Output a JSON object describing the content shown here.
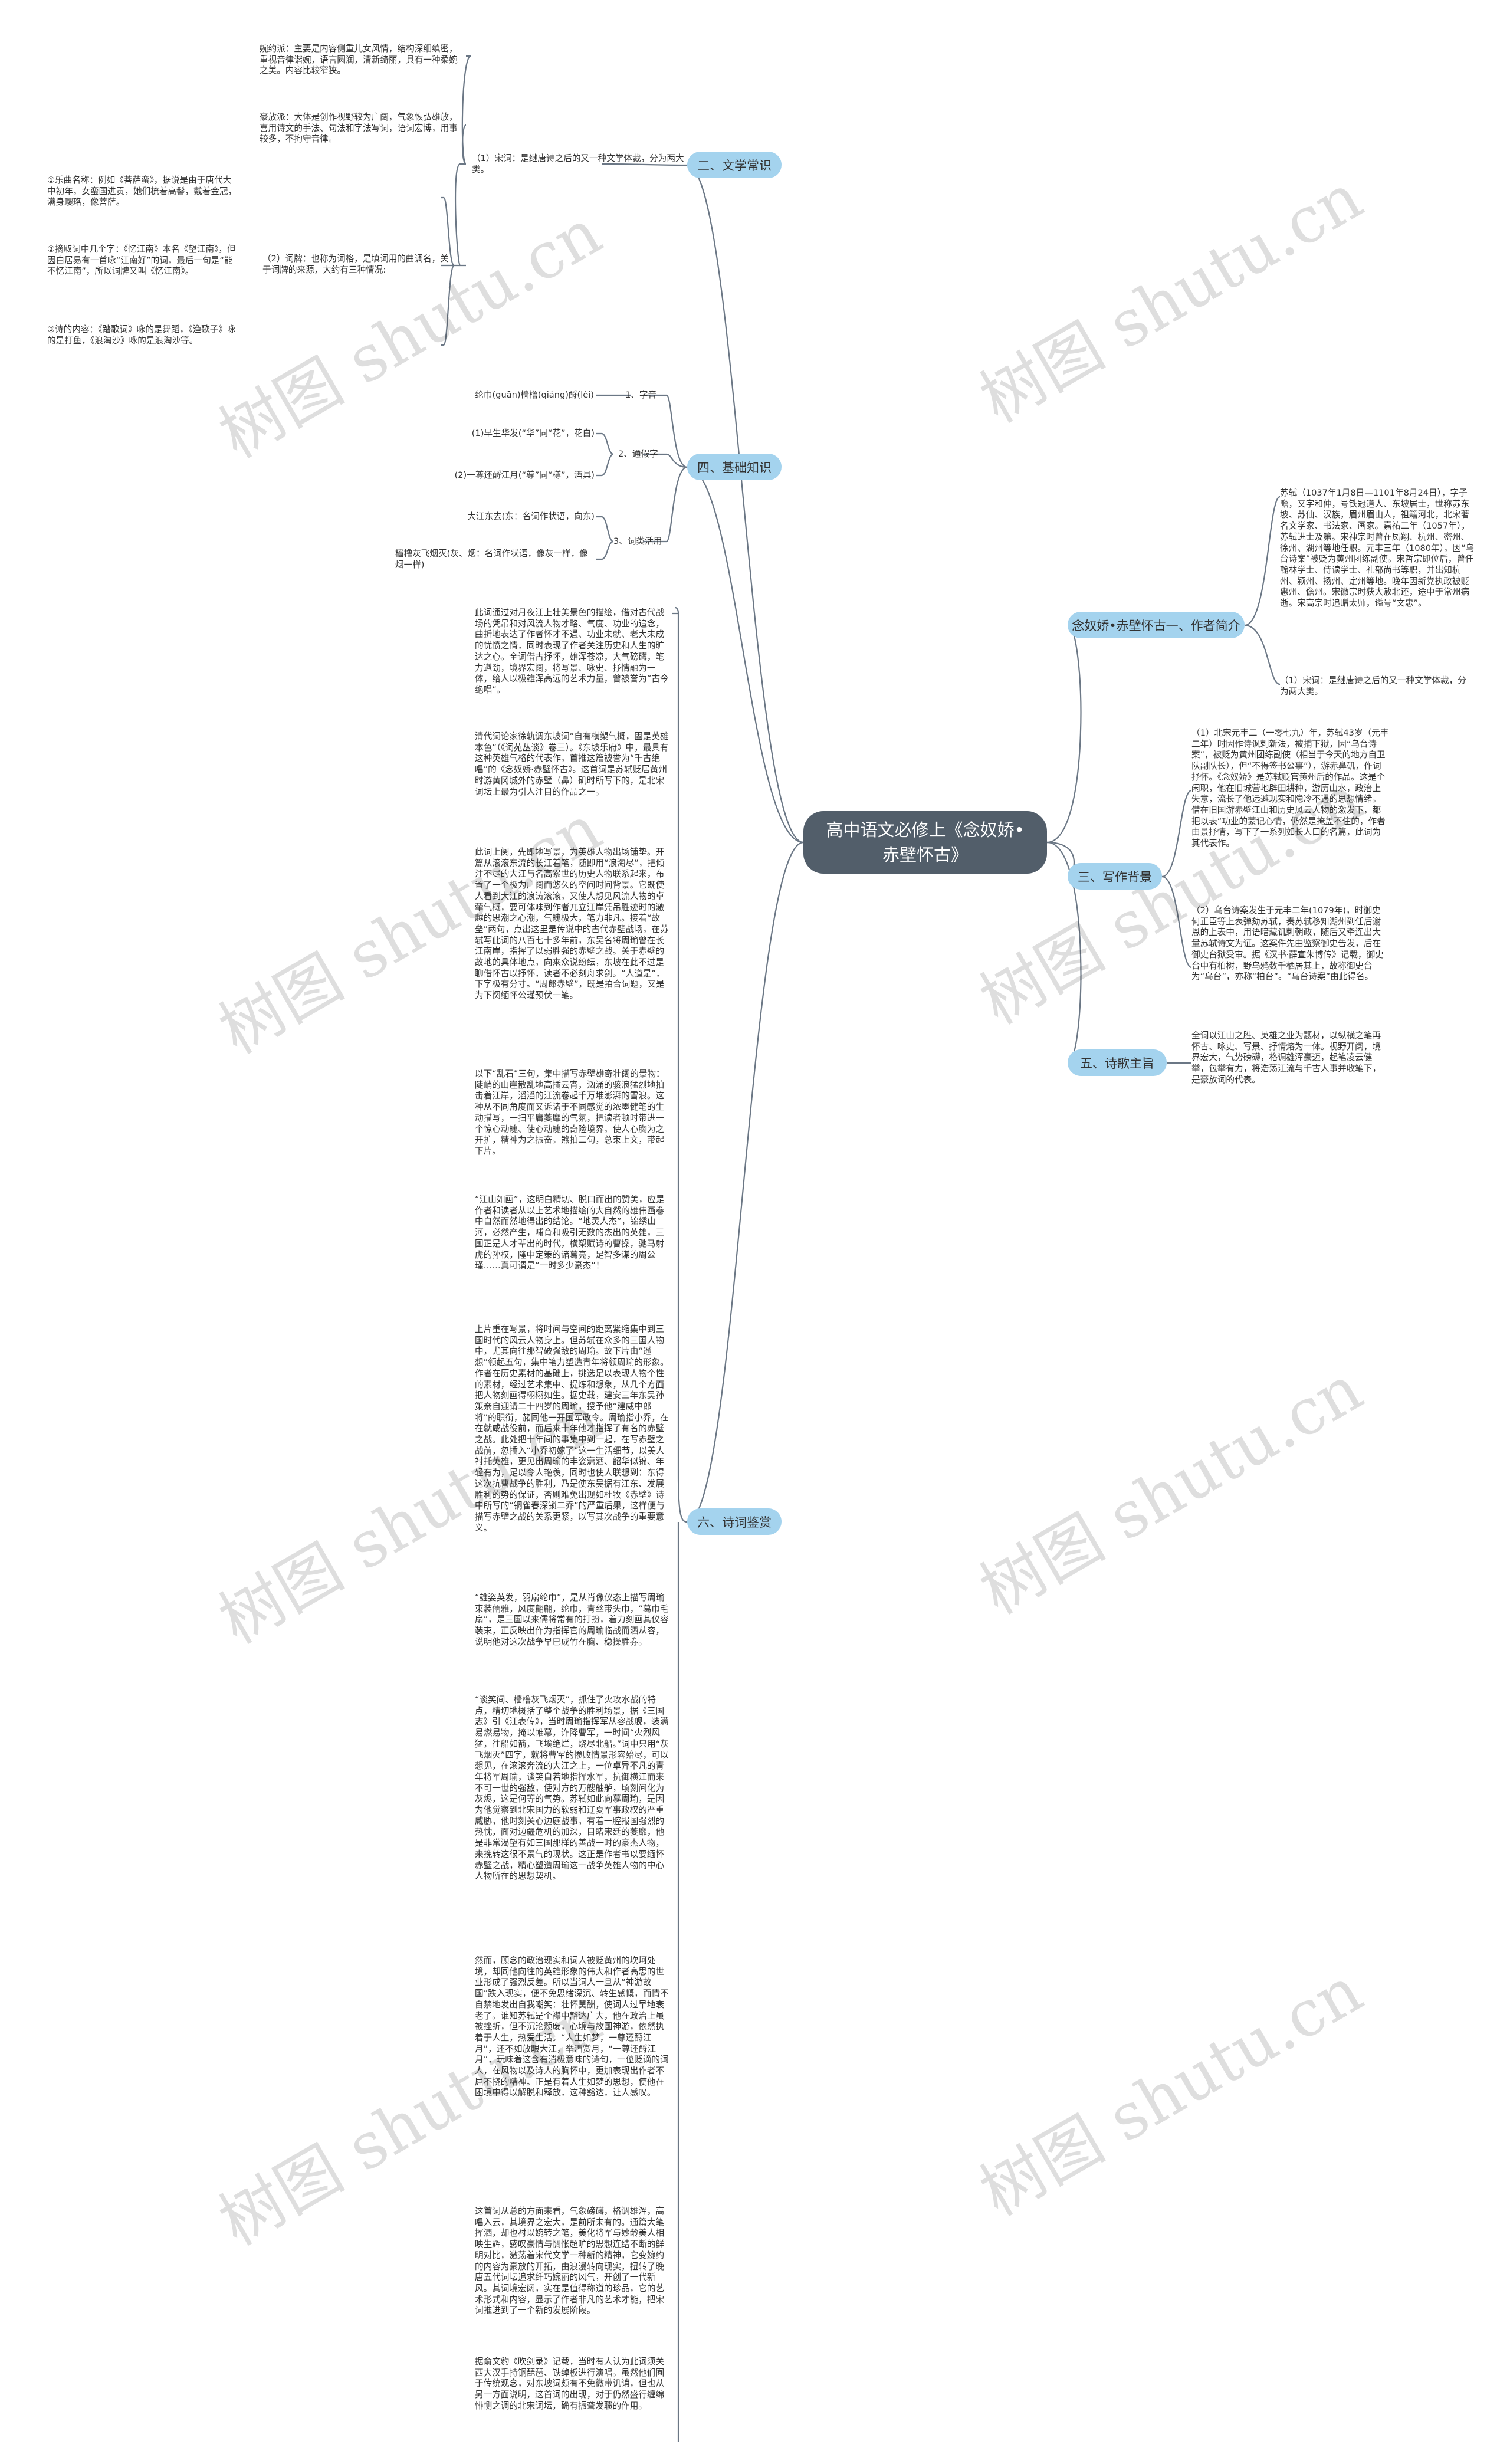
{
  "root": {
    "line1": "高中语文必修上《念奴娇•",
    "line2": "赤壁怀古》"
  },
  "branches": {
    "literature": "二、文学常识",
    "basics": "四、基础知识",
    "author": "念奴娇•赤壁怀古一、作者简介",
    "background": "三、写作背景",
    "theme": "五、诗歌主旨",
    "appreciation": "六、诗词鉴赏"
  },
  "literature": {
    "wanyue": "婉约派：主要是内容侧重儿女风情，结构深细缜密，重视音律谐婉，语言圆润，清新绮丽，具有一种柔婉之美。内容比较窄狭。",
    "haofang": "豪放派：大体是创作视野较为广阔，气象恢弘雄放，喜用诗文的手法、句法和字法写词，语词宏博，用事较多，不拘守音律。",
    "songci": "（1）宋词：是继唐诗之后的又一种文学体裁，分为两大类。",
    "cipai": "（2）词牌：也称为词格，是填词用的曲调名，关于词牌的来源，大约有三种情况:",
    "cipai_items": [
      "①乐曲名称：例如《菩萨蛮》，据说是由于唐代大中初年，女蛮国进贡，她们梳着高髻，戴着金冠，满身璎珞，像菩萨。",
      "②摘取词中几个字：《忆江南》本名《望江南》，但因白居易有一首咏“江南好”的词，最后一句是“能不忆江南”，所以词牌又叫《忆江南》。",
      "③诗的内容：《踏歌词》咏的是舞蹈，《渔歌子》咏的是打鱼，《浪淘沙》咏的是浪淘沙等。"
    ]
  },
  "basics": {
    "groups": [
      {
        "label": "1、字音",
        "items": [
          "纶巾(guān)樯橹(qiáng)酹(lèi)"
        ]
      },
      {
        "label": "2、通假字",
        "items": [
          "(1)早生华发(“华”同“花”，花白)",
          "(2)一尊还酹江月(“尊”同“樽”，酒具)"
        ]
      },
      {
        "label": "3、词类活用",
        "items": [
          "大江东去(东：名词作状语，向东)",
          "樯橹灰飞烟灭(灰、烟：名词作状语，像灰一样，像烟一样)"
        ]
      }
    ]
  },
  "author": {
    "bio": "苏轼（1037年1月8日—1101年8月24日），字子瞻，又字和仲，号铁冠道人、东坡居士，世称苏东坡、苏仙、汉族，眉州眉山人，祖籍河北，北宋著名文学家、书法家、画家。嘉祐二年（1057年），苏轼进士及第。宋神宗时曾在凤翔、杭州、密州、徐州、湖州等地任职。元丰三年（1080年），因“乌台诗案”被贬为黄州团练副使。宋哲宗即位后，曾任翰林学士、侍读学士、礼部尚书等职，并出知杭州、颍州、扬州、定州等地。晚年因新党执政被贬惠州、儋州。宋徽宗时获大赦北还，途中于常州病逝。宋高宗时追赠太师，谥号“文忠”。",
    "songci": "（1）宋词：是继唐诗之后的又一种文学体裁，分为两大类。"
  },
  "background": {
    "p1": "（1）北宋元丰二（一零七九）年，苏轼43岁（元丰二年）时因作诗讽刺新法，被捕下狱，因“乌台诗案”，被贬为黄州团练副使（相当于今天的地方自卫队副队长），但“不得签书公事”），游赤鼻矶，作词抒怀。《念奴娇》是苏轼贬官黄州后的作品。这是个闲职，他在旧城营地辟田耕种，游历山水，政治上失意，流长了他远避现实和隐冷不遇的思想情绪。借在旧国游赤壁江山和历史风云人物的激发下，都把以表“功业的蒙记心情，仍然是掩盖不住的，作者由景抒情，写下了一系列如长人口的名篇，此词为其代表作。",
    "p2": "（2）乌台诗案发生于元丰二年(1079年)，时御史何正臣等上表弹劾苏轼，奏苏轼移知湖州到任后谢恩的上表中，用语暗藏讥刺朝政，随后又牵连出大量苏轼诗文为证。这案件先由监察御史告发，后在御史台狱受审。据《汉书·薛宣朱博传》记载，御史台中有柏树，野乌鸦数千栖居其上，故称御史台为“乌台”，亦称“柏台”。“乌台诗案”由此得名。"
  },
  "theme": {
    "text": "全词以江山之胜、英雄之业为题材，以纵横之笔再怀古、咏史、写景、抒情熔为一体。视野开阔，境界宏大，气势磅礴，格调雄浑豪迈，起笔凌云健举，包举有力，将浩荡江流与千古人事并收笔下，是豪放词的代表。"
  },
  "appreciation": {
    "paragraphs": [
      "此词通过对月夜江上壮美景色的描绘，借对古代战场的凭吊和对风流人物才略、气度、功业的追念，曲折地表达了作者怀才不遇、功业未就、老大未成的忧愤之情，同时表现了作者关注历史和人生的旷达之心。全词借古抒怀，雄浑苍凉，大气磅礴，笔力遒劲，境界宏阔，将写景、咏史、抒情融为一体，给人以极雄浑高远的艺术力量，曾被誉为“古今绝唱”。",
      "清代词论家徐轨调东坡词“自有横槊气概，固是英雄本色”（《词苑丛谈》卷三）。《东坡乐府》中，最具有这种英雄气格的代表作，首推这篇被誉为“千古绝唱”的《念奴娇·赤壁怀古》。这首词是苏轼贬居黄州时游黄冈城外的赤壁（鼻）矶时所写下的，是北宋词坛上最为引人注目的作品之一。",
      "此词上阕，先即地写景，为英雄人物出场铺垫。开篇从滚滚东流的长江着笔，随即用“浪淘尽”，把倾注不尽的大江与名高累世的历史人物联系起来，布置了一个极为广阔而悠久的空间时间背景。它既使人看到大江的浪涛滚滚，又使人想见风流人物的卓荦气概，要可体味到作者兀立江岸凭吊胜迹时的激越的思潮之心潮，气魄极大，笔力非凡。接着“故垒”两句，点出这里是传说中的古代赤壁战场，在苏轼写此词的八百七十多年前，东吴名将周瑜曾在长江南岸，指挥了以弱胜强的赤壁之战。关于赤壁的故地的具体地点，向来众说纷纭，东坡在此不过是聊借怀古以抒怀，读者不必刻舟求剑。“人道是”，下字极有分寸。“周郎赤壁”，既是拍合词题，又是为下阕缅怀公瑾预伏一笔。",
      "以下“乱石”三句，集中描写赤壁雄奇壮阔的景物：陡峭的山崖散乱地高插云宵，汹涌的骇浪猛烈地拍击着江岸，滔滔的江流卷起千万堆澎湃的雪浪。这种从不同角度而又诉诸于不同感觉的浓墨健笔的生动描写，一扫平庸萎靡的气氛，把读者顿时带进一个惊心动魄、使心动魄的奇险境界，使人心胸为之开扩，精神为之振奋。煞拍二句，总束上文，带起下片。",
      "“江山如画”，这明白精切、脱口而出的赞美，应是作者和读者从以上艺术地描绘的大自然的雄伟画卷中自然而然地得出的结论。“地灵人杰”，锦绣山河，必然产生，哺育和吸引无数的杰出的英雄，三国正是人才辈出的时代，横槊赋诗的曹操，驰马射虎的孙权，隆中定策的诸葛亮，足智多谋的周公瑾……真可谓是“一时多少豪杰”！",
      "上片重在写景，将时间与空间的距离紧缩集中到三国时代的风云人物身上。但苏轼在众多的三国人物中，尤其向往那智破强敌的周瑜。故下片由“遥想”领起五句，集中笔力塑造青年将领周瑜的形象。作者在历史素材的基础上，挑选足以表现人物个性的素材，经过艺术集中、提炼和想象，从几个方面把人物刻画得栩栩如生。据史载，建安三年东吴孙策亲自迎请二十四岁的周瑜，授予他“建威中郎将”的职衔，赭同他一开国军政令。周瑜指小乔，在在就咸战役前，而后来十年他才指挥了有名的赤壁之战。此处把十年间的事集中到一起，在写赤壁之战前，忽插入“小乔初嫁了”这一生活细节，以美人衬托英雄，更见出周瑜的丰姿潇洒、韶华似锦、年轻有为，足以令人艳羡，同时也使人联想到：东得这次抗曹战争的胜利，乃是使东吴据有江东、发展胜利的势的保证，否则难免出现如杜牧《赤壁》诗中所写的“铜雀春深锁二乔”的严重后果，这样便与描写赤壁之战的关系更紧，以写其次战争的重要意义。",
      "“雄姿英发，羽扇纶巾”，是从肖像仪态上描写周瑜束装儒雅，风度翩翩，纶巾，青丝带头巾，“葛巾毛扇”，是三国以来儒将常有的打扮，着力刻画其仪容装束，正反映出作为指挥官的周瑜临战而洒从容，说明他对这次战争早已成竹在胸、稳操胜券。",
      "“谈笑间、樯橹灰飞烟灭”，抓住了火攻水战的特点，精切地概括了整个战争的胜利场景，据《三国志》引《江表传》，当时周瑜指挥军从容战舰，装满易燃易物，掩以帷幕，诈降曹军，一时间“火烈风猛，往船如箭，飞埃绝烂，烧尽北船。”词中只用“灰飞烟灭”四字，就将曹军的惨败情景形容殆尽，可以想见，在滚滚奔流的大江之上，一位卓异不凡的青年将军周瑜，谈笑自若地指挥水军，抗御横江而来不可一世的强敌，使对方的万艘舳舻，顷刻间化为灰烬，这是何等的气势。苏轼如此向慕周瑜，是因为他觉察到北宋国力的软弱和辽夏军事政权的严重威胁，他时刻关心边庭战事，有着一腔报国强烈的热忱，面对边疆危机的加深，目睹宋廷的萎靡，他是非常渴望有如三国那样的善战一时的豪杰人物，来挽转这很不景气的现状。这正是作者书以要缅怀赤壁之战，精心塑造周瑜这一战争英雄人物的中心人物所在的思想契机。",
      "然而，顾念的政治现实和词人被贬黄州的坎坷处境，却同他向往的英雄形象的伟大和作者高思的世业形成了强烈反差。所以当词人一旦从“神游故国”跌入现实，便不免思绪深沉、转生感慨，而情不自禁地发出自我嘲笑：壮怀莫酬，使词人过早地衰老了。谁知苏轼是个襟中豁达广大，他在政治上虽被挫折，但不沉沦颓废，心境与故国神游，依然执着于人生，热爱生活。“人生如梦，一尊还酹江月”，还不如放眼大江，举酒赏月，“一尊还酹江月”，玩味着这含有消极意味的诗句，一位贬谪的词人，在风物以及诗人的胸怀中，更加表现出作者不屈不挠的精神。正是有着人生如梦的思想，使他在困境中得以解脱和释放，这种豁达，让人感叹。",
      "这首词从总的方面来看，气象磅礴，格调雄浑，高唱入云，其境界之宏大，是前所未有的。通篇大笔挥洒，却也衬以婉转之笔，美化将军与妙龄美人相映生辉，感叹豪情与惆怅超旷的思想连结不断的鲜明对比，激荡着宋代文学一种新的精神，它变婉约的内容为豪放的开拓，由浪漫转向现实，扭转了晚唐五代词坛追求纤巧婉丽的风气，开创了一代新风。其词境宏阔，实在是值得称道的珍品，它的艺术形式和内容，显示了作者非凡的艺术才能，把宋词推进到了一个新的发展阶段。",
      "据俞文豹《吹剑录》记载，当时有人认为此词须关西大汉手持铜琵琶、铁绰板进行演唱。虽然他们囿于传统观念，对东坡词颇有不免微带讥诮，但也从另一方面说明，这首词的出现，对于仍然盛行缠绵悱恻之调的北宋词坛，确有振聋发聩的作用。"
    ]
  },
  "watermarks": [
    "树图 shutu.cn",
    "树图 shutu.cn",
    "树图 shutu.cn",
    "树图 shutu.cn",
    "树图 shutu.cn",
    "树图 shutu.cn",
    "树图 shutu.cn",
    "树图 shutu.cn"
  ]
}
